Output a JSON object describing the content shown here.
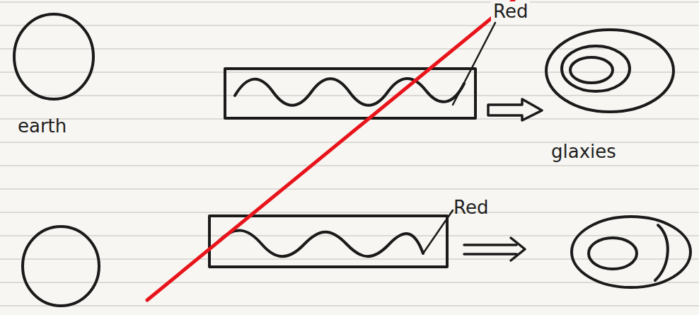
{
  "diagram": {
    "labels": [
      "Red",
      "earth",
      "glaxies",
      "Red"
    ]
  }
}
